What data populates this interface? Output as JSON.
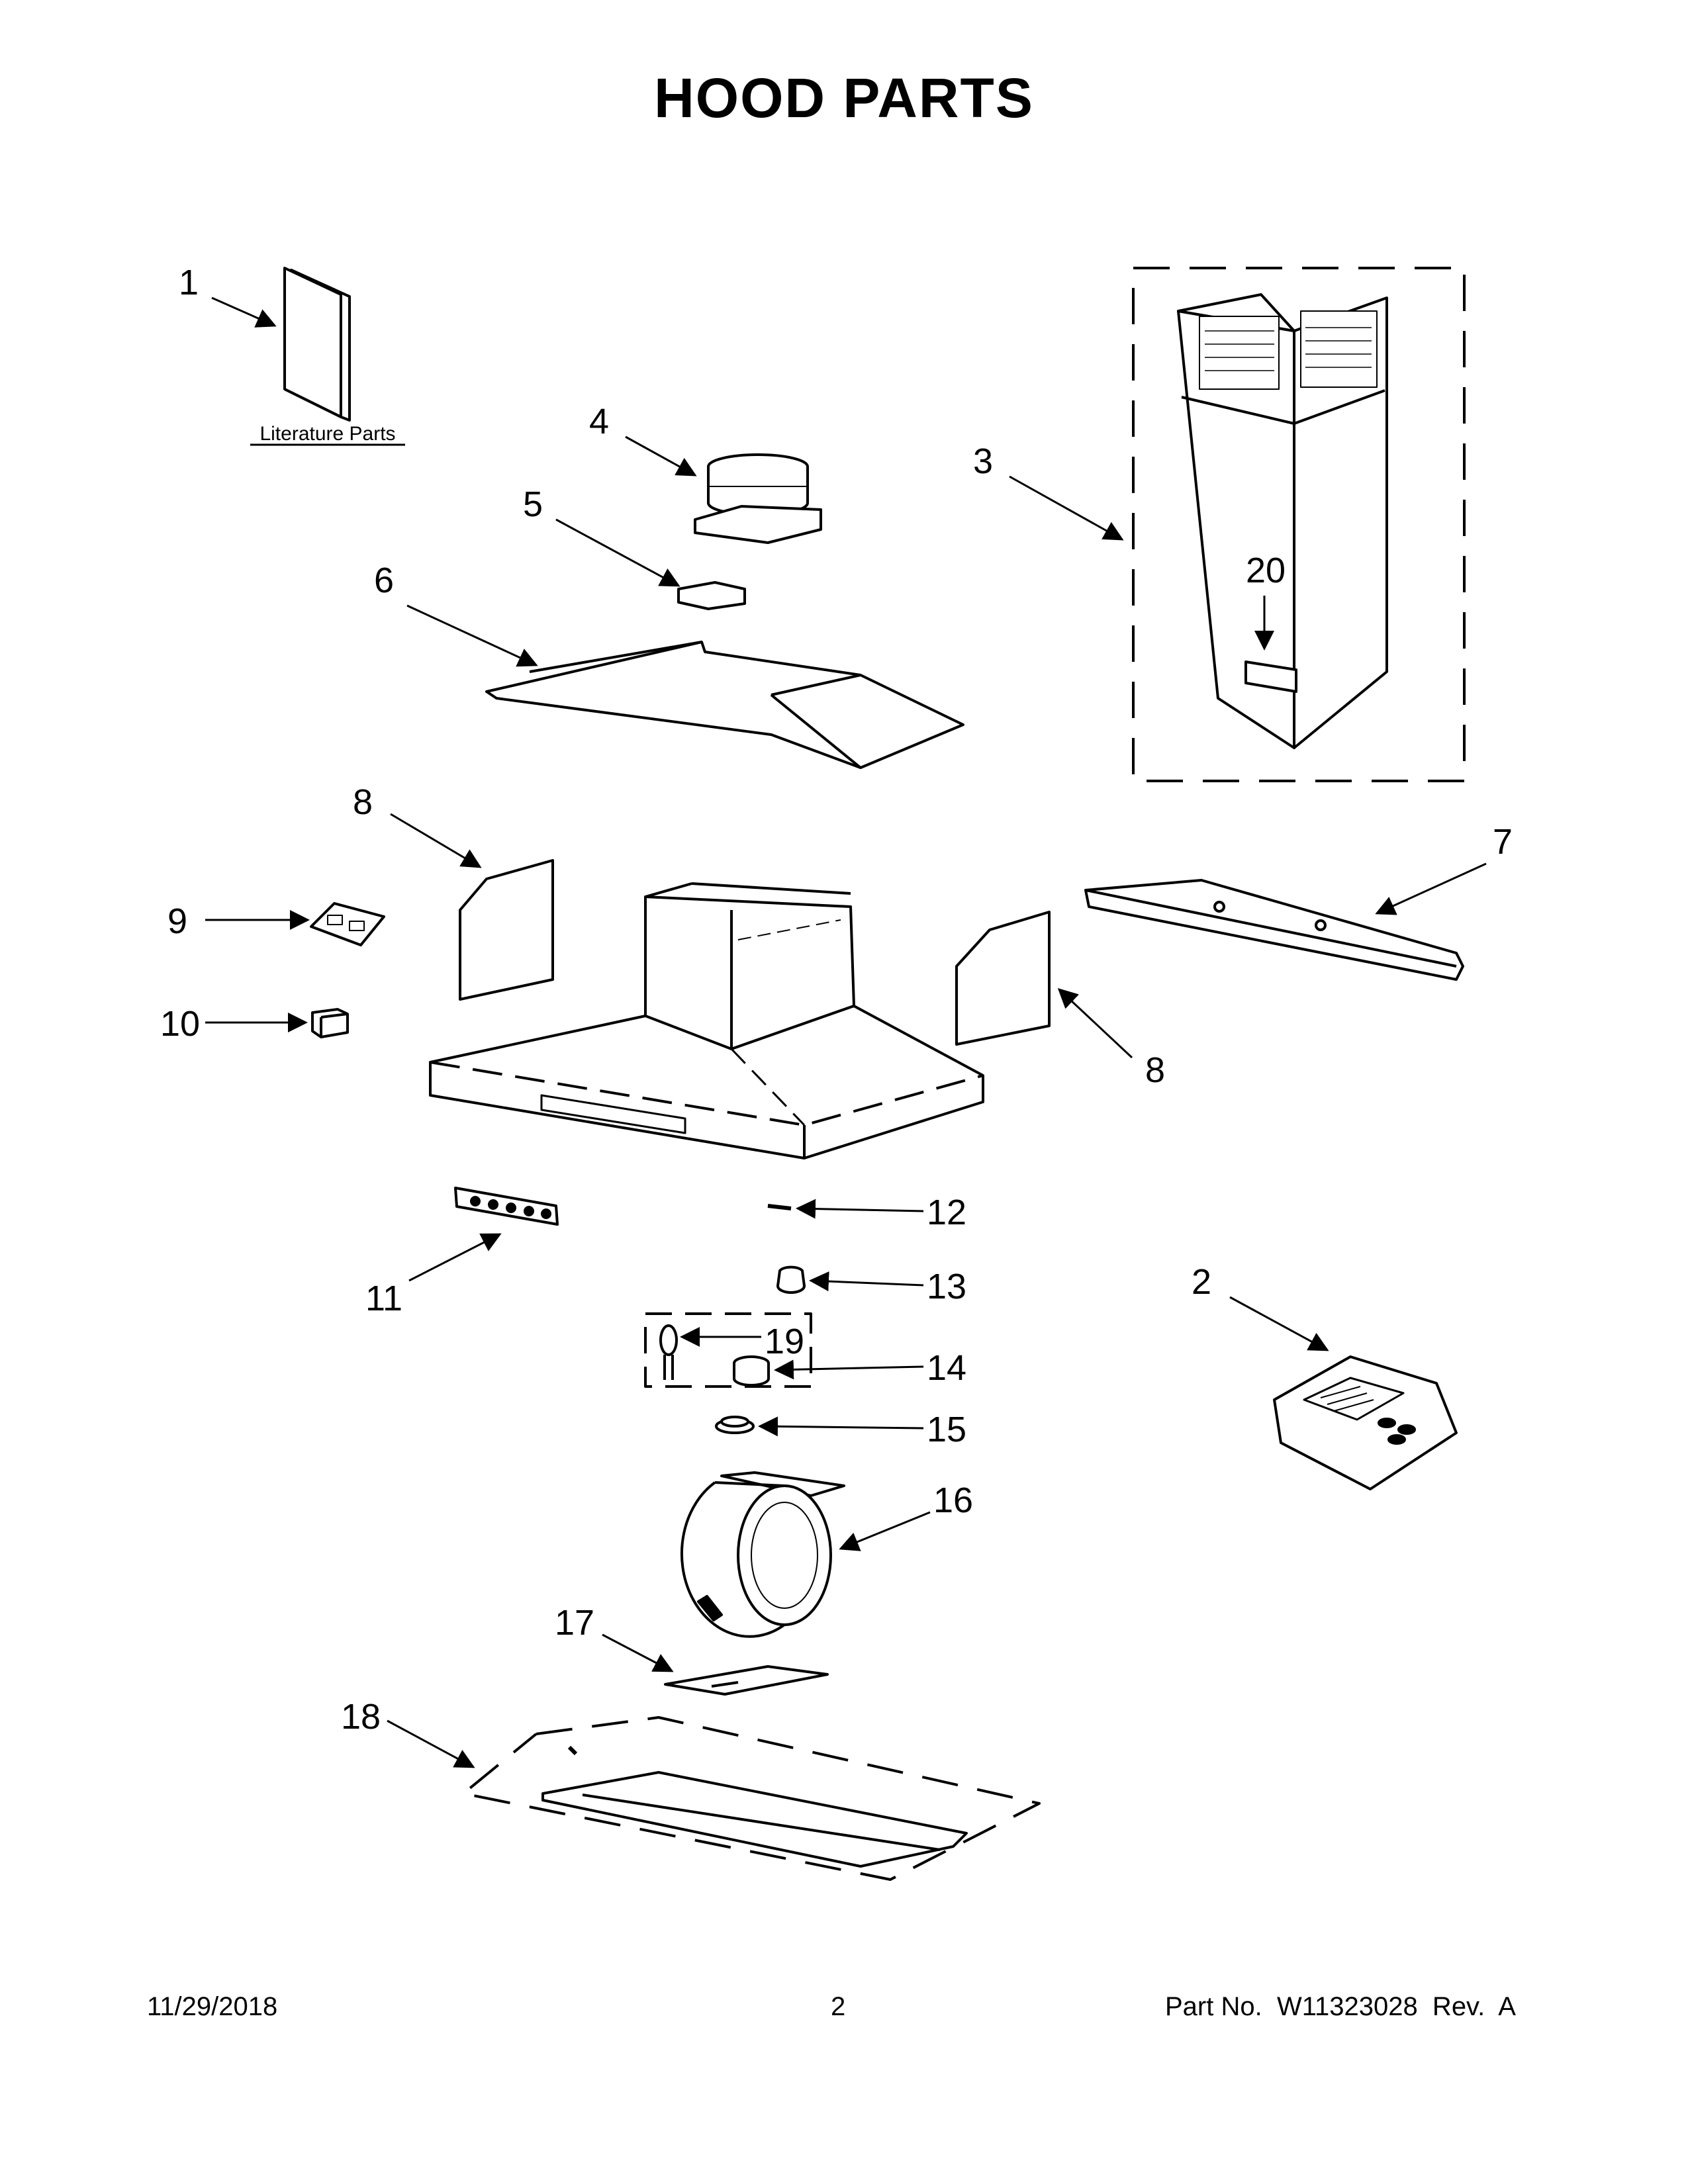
{
  "title": "HOOD PARTS",
  "literature_label": "Literature Parts",
  "callouts": [
    "1",
    "2",
    "3",
    "4",
    "5",
    "6",
    "7",
    "8",
    "8",
    "9",
    "10",
    "11",
    "12",
    "13",
    "14",
    "15",
    "16",
    "17",
    "18",
    "19",
    "20"
  ],
  "footer": {
    "date": "11/29/2018",
    "page": "2",
    "part_no": "Part No.  W11323028  Rev.  A"
  }
}
